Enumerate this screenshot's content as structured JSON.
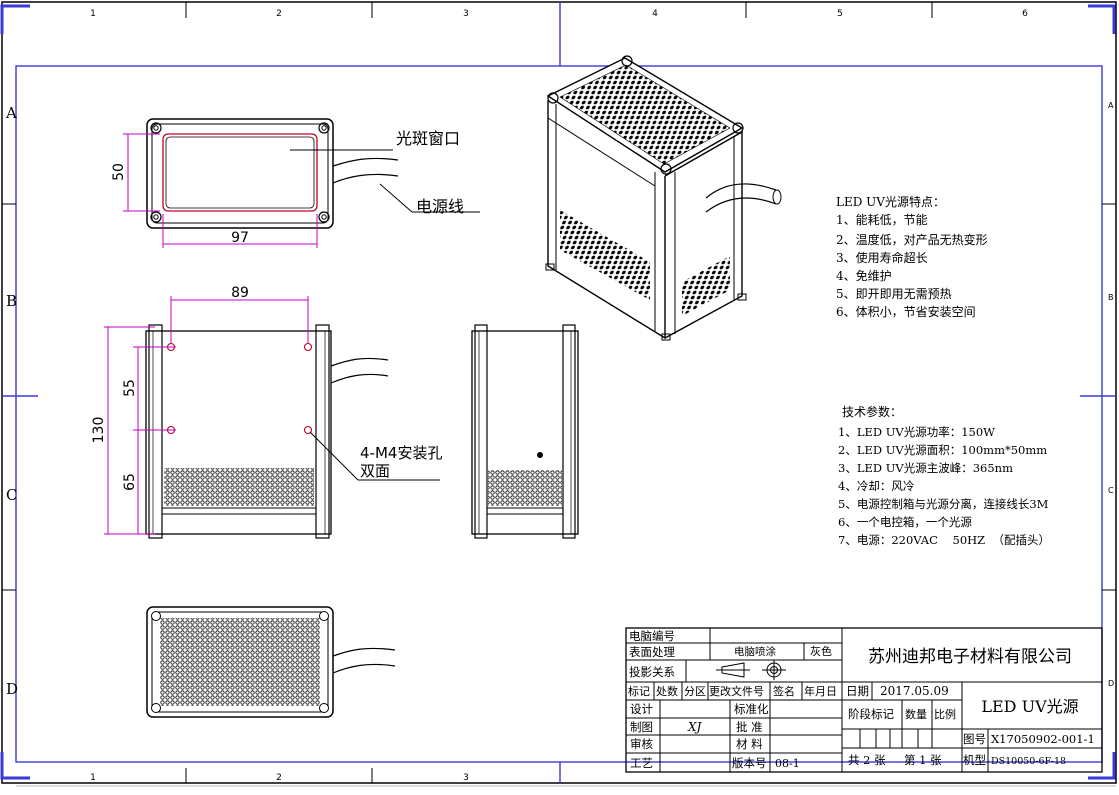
{
  "frame": {
    "grid_columns": [
      "1",
      "2",
      "3",
      "4",
      "5",
      "6"
    ],
    "grid_rows": [
      "A",
      "B",
      "C",
      "D"
    ],
    "bottom_columns": [
      "1",
      "2",
      "3"
    ],
    "right_rows": [
      "A",
      "B",
      "C",
      "D"
    ]
  },
  "front_view": {
    "window_label": "光斑窗口",
    "cable_label": "电源线",
    "dim_height": "50",
    "dim_width": "97"
  },
  "side_view": {
    "dim_top": "89",
    "dim_total": "130",
    "dim_upper": "55",
    "dim_lower": "65",
    "holes_label_1": "4-M4安装孔",
    "holes_label_2": "双面"
  },
  "features": {
    "title": "LED UV光源特点：",
    "items": [
      "1、能耗低，节能",
      "2、温度低，对产品无热变形",
      "3、使用寿命超长",
      "4、免维护",
      "5、即开即用无需预热",
      "6、体积小，节省安装空间"
    ]
  },
  "specs": {
    "title": "技术参数：",
    "items": [
      "1、LED UV光源功率：150W",
      "2、LED UV光源面积：100mm*50mm",
      "3、LED UV光源主波峰：365nm",
      "4、冷却：风冷",
      "5、电源控制箱与光源分离，连接线长3M",
      "6、一个电控箱，一个光源",
      "7、电源：220VAC    50HZ  （配插头）"
    ]
  },
  "title_block": {
    "computer_no": "电脑编号",
    "surface": "表面处理",
    "surface_value": "电脑喷涂",
    "color": "灰色",
    "projection": "投影关系",
    "company": "苏州迪邦电子材料有限公司",
    "hdr_mark": "标记",
    "hdr_count": "处数",
    "hdr_zone": "分区",
    "hdr_doc": "更改文件号",
    "hdr_sign": "签名",
    "hdr_date": "年月日",
    "date_label": "日期",
    "date_value": "2017.05.09",
    "product": "LED UV光源",
    "design": "设计",
    "standard": "标准化",
    "stage": "阶段标记",
    "qty": "数量",
    "scale": "比例",
    "drawn": "制图",
    "drawn_sign": "XJ",
    "approve": "批 准",
    "review": "审核",
    "material": "材 料",
    "process": "工艺",
    "version_label": "版本号",
    "version_value": "08-1",
    "drawing_no_label": "图号",
    "drawing_no": "X17050902-001-1",
    "model_label": "机型",
    "model": "DS10050-6F-18",
    "total_label": "共 2 张",
    "sheet_label": "第 1 张"
  }
}
